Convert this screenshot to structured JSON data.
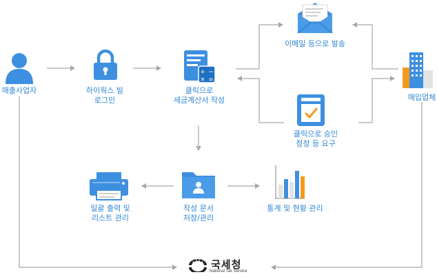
{
  "nodes": {
    "seller": "매출사업자",
    "hiworks_login": "하이웍스 빌\n로그인",
    "create_invoice": "클릭으로\n세금계산서 작성",
    "email_send": "이메일 등으로 발송",
    "approve": "클릭으로 승인\n정정 등 요구",
    "buyer": "매입업체",
    "print_list": "일괄 출력 및\n리스트 관리",
    "save_docs": "작성 문서\n저장/관리",
    "stats": "통계 및 현황 관리"
  },
  "nts": {
    "name": "국세청",
    "sub": "National Tax Service"
  },
  "colors": {
    "primary": "#2f86d6",
    "icon_blue": "#3d8fe0",
    "arrow": "#a8a8a8",
    "accent_orange": "#f39a1e"
  }
}
